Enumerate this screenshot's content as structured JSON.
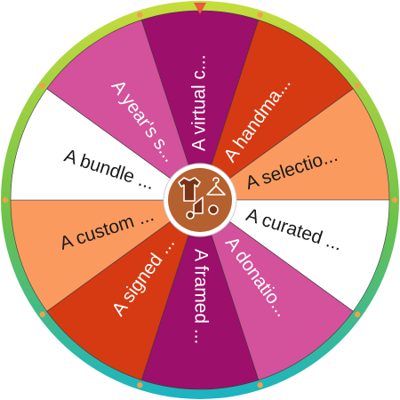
{
  "wheel": {
    "segments": [
      {
        "label": "A virtual c...",
        "color": "#9c0f6b",
        "text_color": "#ffffff"
      },
      {
        "label": "A handma...",
        "color": "#d63a12",
        "text_color": "#ffffff"
      },
      {
        "label": "A selectio...",
        "color": "#fb9a5f",
        "text_color": "#1a1a1a"
      },
      {
        "label": "A curated ...",
        "color": "#ffffff",
        "text_color": "#1a1a1a"
      },
      {
        "label": "A donatio...",
        "color": "#d4519b",
        "text_color": "#ffffff"
      },
      {
        "label": "A framed ...",
        "color": "#9c0f6b",
        "text_color": "#ffffff"
      },
      {
        "label": "A signed ...",
        "color": "#d63a12",
        "text_color": "#ffffff"
      },
      {
        "label": "A custom ...",
        "color": "#fb9a5f",
        "text_color": "#1a1a1a"
      },
      {
        "label": "A bundle ...",
        "color": "#ffffff",
        "text_color": "#1a1a1a"
      },
      {
        "label": "A year's s...",
        "color": "#d4519b",
        "text_color": "#ffffff"
      }
    ],
    "hub_icon": "clothing-accessories-icon",
    "pointer_icon": "pointer-triangle-icon",
    "colors": {
      "hub": "#b5602f",
      "pointer": "#ea5b3a",
      "rim_top": "#c7dc3b",
      "rim_side": "#6cc24a",
      "rim_bottom": "#1ab4c4",
      "rim_dots": "#f0a14a"
    }
  }
}
